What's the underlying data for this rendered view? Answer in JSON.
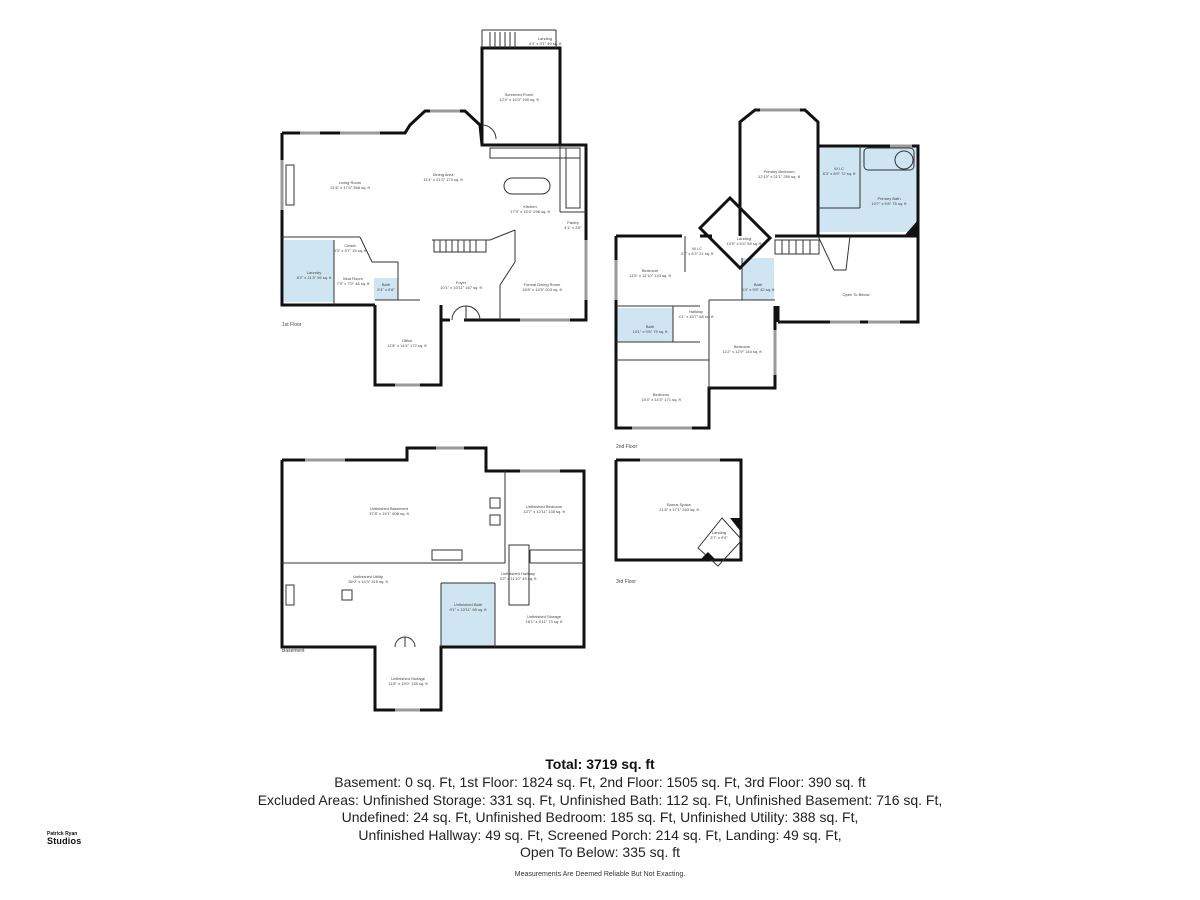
{
  "floors": {
    "first": {
      "label": "1st Floor",
      "rooms": [
        {
          "name": "Screened Porch",
          "dims": "12'4\" x 16'3\" 199 sq. ft"
        },
        {
          "name": "Landing",
          "dims": "4'4\" x 3'1\" 49 sq. ft"
        },
        {
          "name": "Living Room",
          "dims": "21'6\" x 17'4\" 358 sq. ft"
        },
        {
          "name": "Dining Area",
          "dims": "11'4\" x 21'3\" 173 sq. ft"
        },
        {
          "name": "Kitchen",
          "dims": "17'3\" x 15'4\" 298 sq. ft"
        },
        {
          "name": "Laundry",
          "dims": "8'2\" x 11'3\" 95 sq. ft"
        },
        {
          "name": "Mud Room",
          "dims": "7'9\" x 7'9\" 48 sq. ft"
        },
        {
          "name": "Foyer",
          "dims": "10'1\" x 10'11\" 167 sq. ft"
        },
        {
          "name": "Formal Dining Room",
          "dims": "16'6\" x 14'5\" 203 sq. ft"
        },
        {
          "name": "Office",
          "dims": "11'8\" x 14'4\" 172 sq. ft"
        },
        {
          "name": "Bath",
          "dims": "5'4\" x 6'8\""
        },
        {
          "name": "Closet",
          "dims": "4'3\" x 3'7\" 15 sq. ft"
        },
        {
          "name": "Pantry",
          "dims": "4'1\" x 3'6\""
        }
      ]
    },
    "second": {
      "label": "2nd Floor",
      "rooms": [
        {
          "name": "Primary Bedroom",
          "dims": "12'10\" x 21'1\" 250 sq. ft"
        },
        {
          "name": "W.I.C",
          "dims": "8'3\" x 8'9\" 72 sq. ft"
        },
        {
          "name": "Primary Bath",
          "dims": "10'7\" x 9'8\" 78 sq. ft"
        },
        {
          "name": "Landing",
          "dims": "10'5\" x 5'4\" 59 sq. ft"
        },
        {
          "name": "Open To Below",
          "dims": ""
        },
        {
          "name": "Bedroom",
          "dims": "11'5\" x 12'10\" 143 sq. ft"
        },
        {
          "name": "W.I.C",
          "dims": "4'1\" x 5'3\" 21 sq. ft"
        },
        {
          "name": "Bath",
          "dims": "10'1\" x 9'6\" 79 sq. ft"
        },
        {
          "name": "Hallway",
          "dims": "4'1\" x 15'7\" 68 sq. ft"
        },
        {
          "name": "Bath",
          "dims": "5'4\" x 9'8\" 42 sq. ft"
        },
        {
          "name": "Bedroom",
          "dims": "11'2\" x 12'9\" 144 sq. ft"
        },
        {
          "name": "Bedroom",
          "dims": "15'4\" x 14'3\" 171 sq. ft"
        }
      ]
    },
    "third": {
      "label": "3rd Floor",
      "rooms": [
        {
          "name": "Bonus Space",
          "dims": "21'8\" x 17'1\" 283 sq. ft"
        },
        {
          "name": "Landing",
          "dims": "3'7\" x 9'4\""
        }
      ]
    },
    "basement": {
      "label": "Basement",
      "rooms": [
        {
          "name": "Unfinished Basement",
          "dims": "37'8\" x 19'1\" 608 sq. ft"
        },
        {
          "name": "Unfinished Bedroom",
          "dims": "13'7\" x 12'11\" 135 sq. ft"
        },
        {
          "name": "Unfinished Utility",
          "dims": "36'0\" x 14'3\" 315 sq. ft"
        },
        {
          "name": "Unfinished Hallway",
          "dims": "3'2\" x 11'10\" 49 sq. ft"
        },
        {
          "name": "Unfinished Bath",
          "dims": "9'1\" x 10'11\" 98 sq. ft"
        },
        {
          "name": "Unfinished Storage",
          "dims": "16'1\" x 9'11\" 73 sq. ft"
        },
        {
          "name": "Unfinished Storage",
          "dims": "11'8\" x 19'0\" 135 sq. ft"
        }
      ]
    }
  },
  "summary": {
    "total": "Total: 3719 sq. ft",
    "lines": [
      "Basement: 0 sq. Ft, 1st Floor: 1824 sq. Ft, 2nd Floor: 1505 sq. Ft, 3rd Floor: 390 sq. ft",
      "Excluded Areas: Unfinished Storage: 331 sq. Ft, Unfinished Bath: 112 sq. Ft, Unfinished Basement: 716 sq. Ft,",
      "Undefined: 24 sq. Ft, Unfinished Bedroom: 185 sq. Ft, Unfinished Utility: 388 sq. Ft,",
      "Unfinished Hallway: 49 sq. Ft, Screened Porch: 214 sq. Ft, Landing: 49 sq. Ft,",
      "Open To Below: 335 sq. ft"
    ],
    "disclaimer": "Measurements Are Deemed Reliable But Not Exacting."
  },
  "logo": {
    "line1": "Patrick Ryan",
    "line2": "Studios"
  },
  "colors": {
    "wall": "#111111",
    "bath_fill": "#cfe6f2",
    "window": "#9a9a9a"
  }
}
